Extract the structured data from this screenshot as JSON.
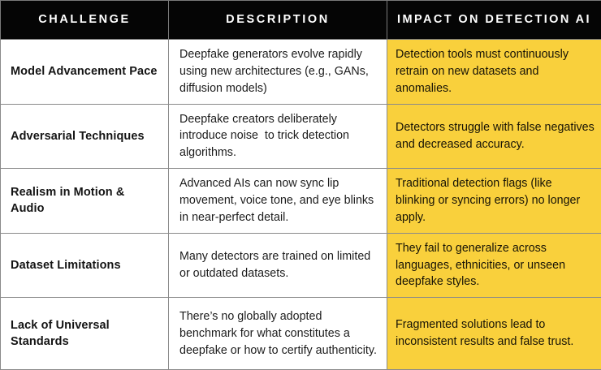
{
  "table": {
    "columns": [
      {
        "key": "challenge",
        "label": "CHALLENGE"
      },
      {
        "key": "description",
        "label": "DESCRIPTION"
      },
      {
        "key": "impact",
        "label": "IMPACT ON DETECTION AI"
      }
    ],
    "rows": [
      {
        "challenge": "Model Advancement Pace",
        "description": "Deepfake generators evolve rapidly using new architectures (e.g., GANs, diffusion models)",
        "impact": "Detection tools must continuously retrain on new datasets and anomalies."
      },
      {
        "challenge": "Adversarial Techniques",
        "description": "Deepfake creators deliberately introduce noise  to trick detection algorithms.",
        "impact": "Detectors struggle with false negatives and decreased accuracy."
      },
      {
        "challenge": "Realism in Motion & Audio",
        "description": "Advanced AIs can now sync lip movement, voice tone, and eye blinks in near-perfect detail.",
        "impact": "Traditional detection flags (like blinking or syncing errors) no longer apply."
      },
      {
        "challenge": "Dataset Limitations",
        "description": "Many detectors are trained on limited or outdated datasets.",
        "impact": "They fail to generalize across languages, ethnicities, or unseen deepfake styles."
      },
      {
        "challenge": "Lack of Universal Standards",
        "description": "There’s no globally adopted benchmark for what constitutes a deepfake or how to certify authenticity.",
        "impact": "Fragmented solutions lead to inconsistent results and false trust."
      }
    ]
  },
  "colors": {
    "header_background": "#050505",
    "header_text": "#ffffff",
    "impact_background": "#f9d03c",
    "body_background": "#ffffff",
    "border": "#8a8a8a",
    "body_text": "#141414"
  }
}
